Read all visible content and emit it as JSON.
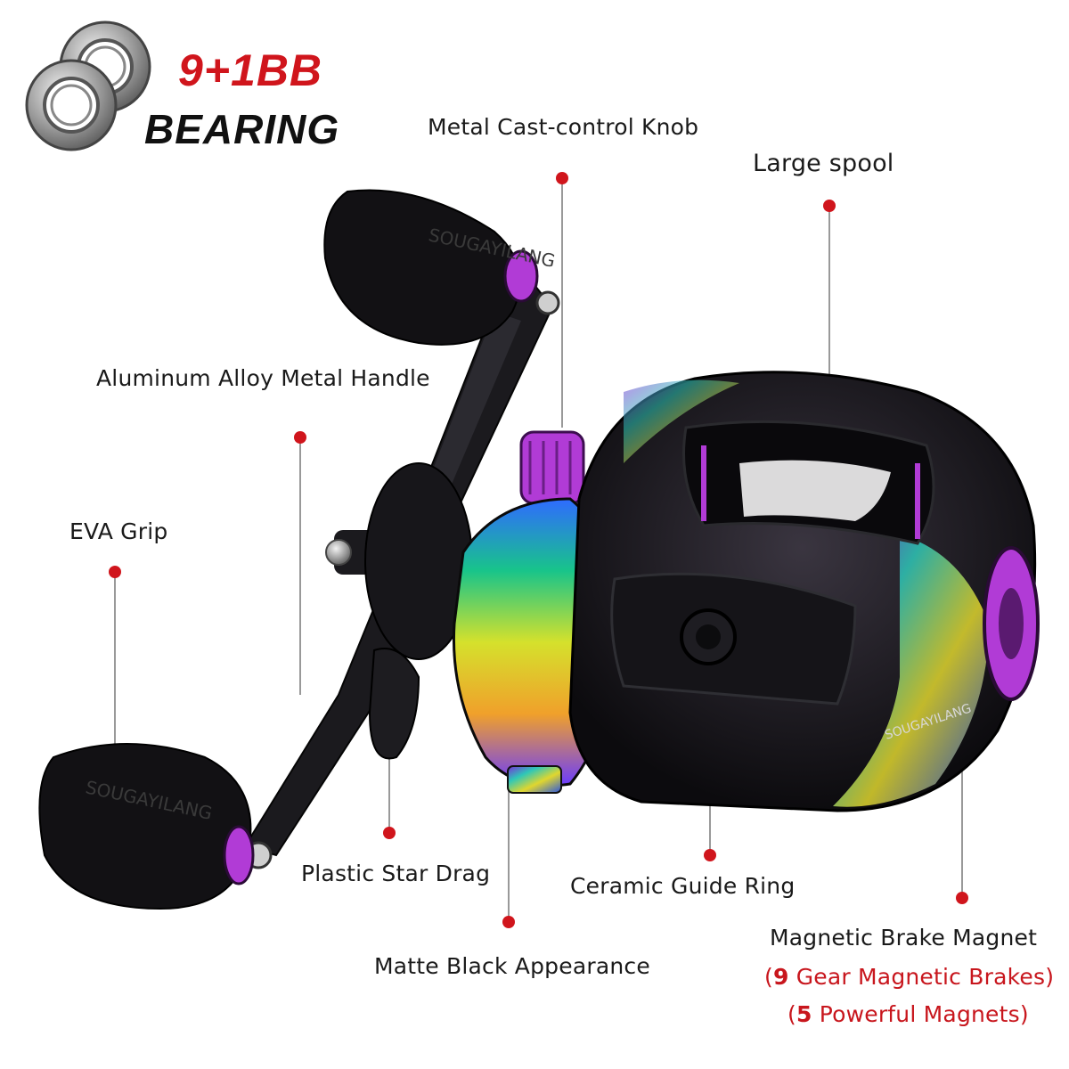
{
  "badge": {
    "count": "9+1BB",
    "title": "BEARING"
  },
  "brand_mark": "SOUGAYILANG",
  "labels": {
    "knob": "Metal Cast-control Knob",
    "spool": "Large spool",
    "handle": "Aluminum Alloy Metal Handle",
    "grip": "EVA Grip",
    "drag": "Plastic Star Drag",
    "guide": "Ceramic Guide Ring",
    "appearance": "Matte Black Appearance",
    "brake": "Magnetic Brake Magnet",
    "brake_gear_num": "9",
    "brake_gear_text": " Gear Magnetic Brakes)",
    "brake_mag_num": "5",
    "brake_mag_text": " Powerful Magnets)",
    "open_paren": "("
  },
  "colors": {
    "accent_red": "#d0151c",
    "reel_body": "#141216",
    "purple": "#b13bd6"
  }
}
